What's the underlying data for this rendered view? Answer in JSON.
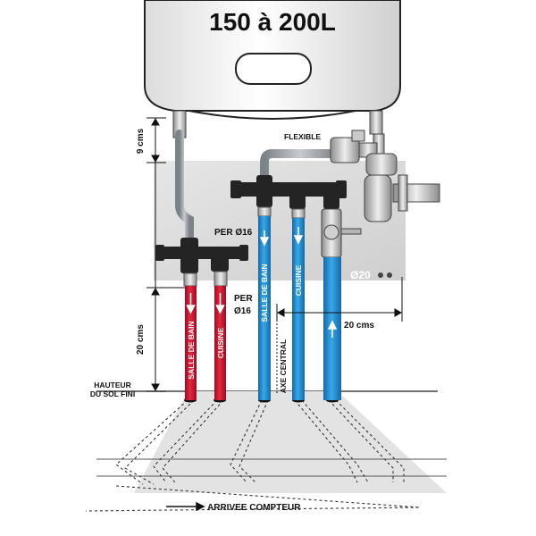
{
  "tank": {
    "capacity_label": "150 à 200L"
  },
  "labels": {
    "flexible": "FLEXIBLE",
    "per_upper": "PER Ø16",
    "per_lower_line1": "PER",
    "per_lower_line2": "Ø16",
    "diameter_20": "Ø20",
    "hauteur_line1": "HAUTEUR",
    "hauteur_line2": "DU SOL FINI",
    "axe_central": "AXE CENTRAL",
    "arrivee": "ARRIVEE COMPTEUR"
  },
  "pipes": {
    "hot_bath": "SALLE DE BAIN",
    "hot_kitchen": "CUISINE",
    "cold_bath": "SALLE DE BAIN",
    "cold_kitchen": "CUISINE"
  },
  "dimensions": {
    "top_gap": "9 cms",
    "vertical": "20 cms",
    "horizontal": "20 cms"
  },
  "colors": {
    "hot": "#c8102e",
    "cold": "#1f8fd6",
    "fitting": "#2a2a2a",
    "flex_hose": "#9aa0a6",
    "panel": "#d8d8d8"
  }
}
